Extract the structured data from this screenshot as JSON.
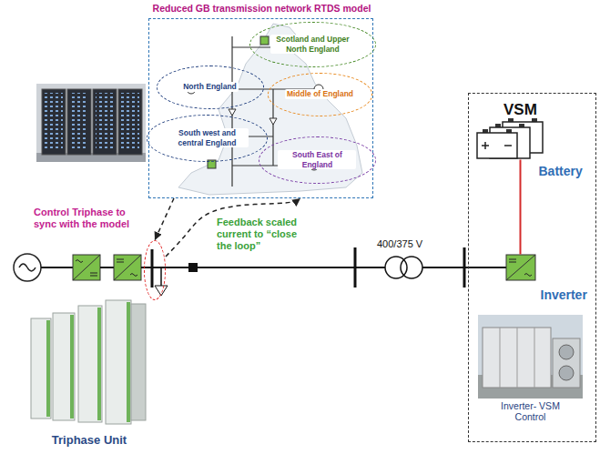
{
  "diagram": {
    "nodes": [
      {
        "text": [
          "Reduced GB transmission network RTDS model"
        ]
      },
      {
        "text": [
          "Scotland and Upper North England"
        ],
        "in": 0
      },
      {
        "text": [
          "North England"
        ],
        "in": 0
      },
      {
        "text": [
          "Middle of England"
        ],
        "in": 0
      },
      {
        "text": [
          "South west and central England"
        ],
        "in": 0
      },
      {
        "text": [
          "South East of England"
        ],
        "in": 0
      },
      {
        "text": [
          "Control Triphase to sync with the model"
        ]
      },
      {
        "text": [
          "Triphase Unit"
        ]
      },
      {
        "text": [
          "VSM"
        ]
      },
      {
        "text": [
          "Battery"
        ],
        "in": 8
      },
      {
        "text": [
          "Inverter"
        ],
        "in": 8
      },
      {
        "text": [
          "Inverter- VSM Control"
        ],
        "in": 8
      }
    ],
    "edges": [
      {
        "from": 0,
        "to": 6,
        "arrow": "to"
      },
      {
        "from": 6,
        "to": 0,
        "label": "Feedback scaled current to “close the loop”",
        "arrow": "to"
      },
      {
        "from": 9,
        "to": 10,
        "arrow": "none"
      }
    ],
    "labels": [
      "400/375 V"
    ]
  }
}
